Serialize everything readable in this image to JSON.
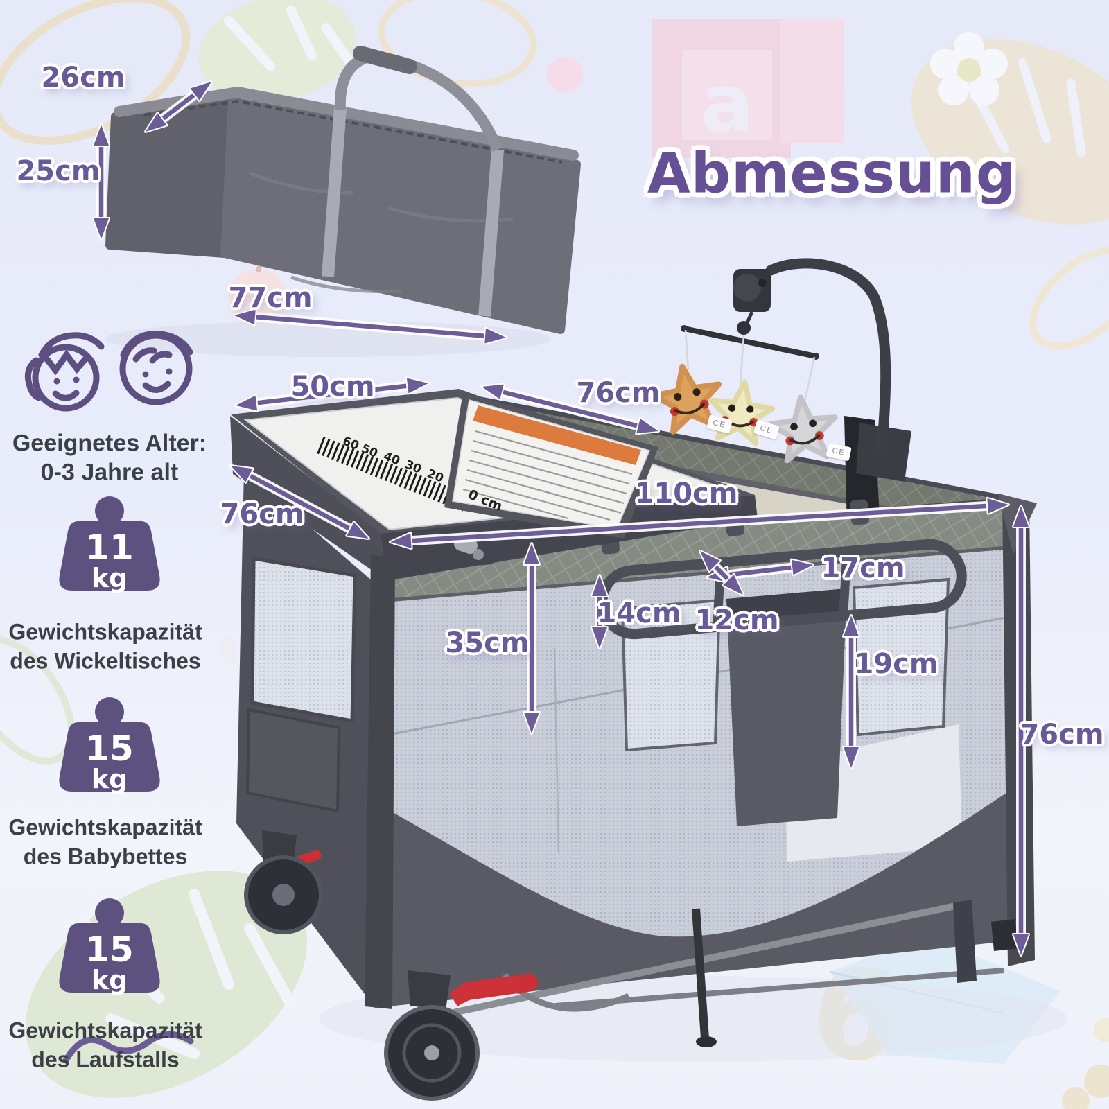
{
  "title": {
    "letter": "a",
    "text": "Abmessung"
  },
  "bag": {
    "depth": "26cm",
    "height": "25cm",
    "length": "77cm"
  },
  "age": {
    "line1": "Geeignetes Alter:",
    "line2": "0-3 Jahre alt"
  },
  "capacities": [
    {
      "value": "11",
      "unit": "kg",
      "caption_line1": "Gewichtskapazität",
      "caption_line2": "des Wickeltisches"
    },
    {
      "value": "15",
      "unit": "kg",
      "caption_line1": "Gewichtskapazität",
      "caption_line2": "des Babybettes"
    },
    {
      "value": "15",
      "unit": "kg",
      "caption_line1": "Gewichtskapazität",
      "caption_line2": "des Laufstalls"
    }
  ],
  "crib": {
    "pad_width": "50cm",
    "pad_depth": "76cm",
    "side_depth": "76cm",
    "length": "110cm",
    "tray_width": "17cm",
    "tray_depth": "12cm",
    "pocket_height": "14cm",
    "bottle_pocket_height": "19cm",
    "bassinet_depth": "35cm",
    "total_height": "76cm",
    "ruler_marks": [
      "60",
      "50",
      "40",
      "30",
      "20",
      "0 cm"
    ],
    "ce_mark": "CE"
  },
  "colors": {
    "accent_purple": "#6c5d98",
    "title_purple": "#665095",
    "caption_gray": "#3c4046",
    "badge_pink": "#f0d6e2",
    "bag_gray": "#6e6e79",
    "crib_dark": "#4e4e58",
    "quilt_gray": "#858a83",
    "mesh_gray": "#ccd1dc",
    "sheet_orange": "#dd7a3e",
    "brake_red": "#cc3036",
    "star_orange": "#dfa15e",
    "star_cream": "#efeabf",
    "star_gray": "#d6d6d8"
  }
}
